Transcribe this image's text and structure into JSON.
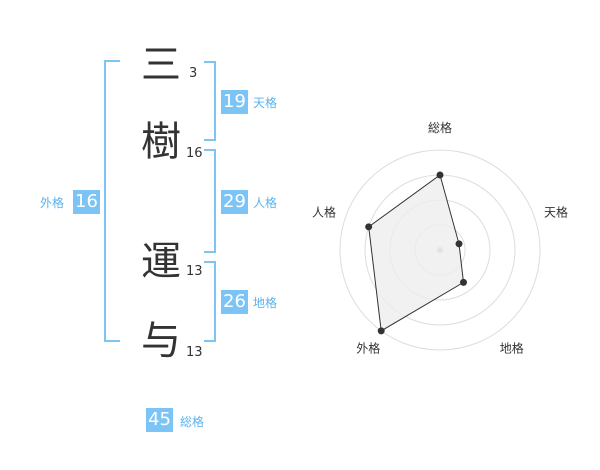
{
  "name": {
    "chars": [
      {
        "char": "三",
        "strokes": "3"
      },
      {
        "char": "樹",
        "strokes": "16"
      },
      {
        "char": "運",
        "strokes": "13"
      },
      {
        "char": "与",
        "strokes": "13"
      }
    ]
  },
  "kaku": {
    "tenkaku": {
      "value": "19",
      "label": "天格"
    },
    "jinkaku": {
      "value": "29",
      "label": "人格"
    },
    "chikaku": {
      "value": "26",
      "label": "地格"
    },
    "gaikaku": {
      "value": "16",
      "label": "外格"
    },
    "soukaku": {
      "value": "45",
      "label": "総格"
    }
  },
  "radar": {
    "axes": [
      "総格",
      "天格",
      "地格",
      "外格",
      "人格"
    ],
    "levels": 4,
    "values": [
      3,
      0.8,
      1.6,
      4,
      3
    ],
    "max": 4,
    "colors": {
      "fill": "#eeeeee",
      "line": "#333333",
      "grid": "#dddddd",
      "center": "#bbbbbb"
    }
  }
}
